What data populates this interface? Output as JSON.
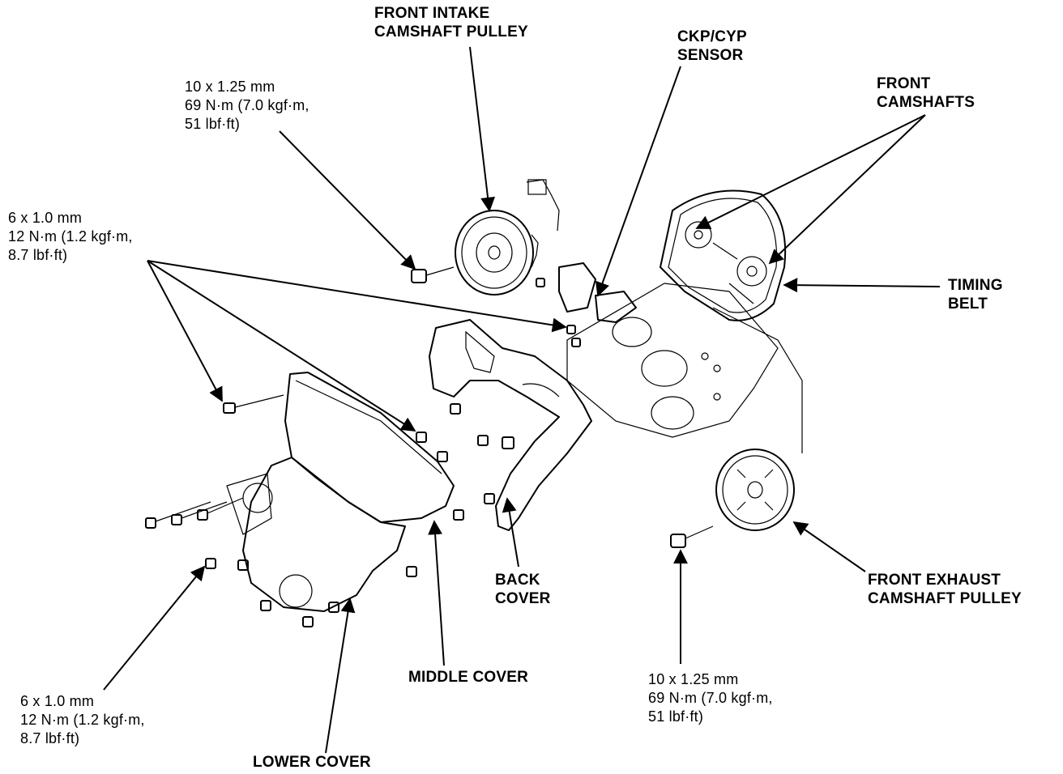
{
  "labels": {
    "front_intake_pulley": [
      "FRONT INTAKE",
      "CAMSHAFT PULLEY"
    ],
    "ckp_cyp_sensor": [
      "CKP/CYP",
      "SENSOR"
    ],
    "front_camshafts": [
      "FRONT",
      "CAMSHAFTS"
    ],
    "timing_belt": [
      "TIMING",
      "BELT"
    ],
    "bolt_10_top": [
      "10 x 1.25 mm",
      "69 N·m (7.0 kgf·m,",
      "51 lbf·ft)"
    ],
    "bolt_6_upper": [
      "6 x 1.0 mm",
      "12 N·m (1.2 kgf·m,",
      "8.7 lbf·ft)"
    ],
    "bolt_6_lower": [
      "6 x 1.0 mm",
      "12 N·m (1.2 kgf·m,",
      "8.7 lbf·ft)"
    ],
    "back_cover": [
      "BACK",
      "COVER"
    ],
    "middle_cover": [
      "MIDDLE COVER"
    ],
    "lower_cover": [
      "LOWER COVER"
    ],
    "front_exhaust_pulley": [
      "FRONT EXHAUST",
      "CAMSHAFT PULLEY"
    ],
    "bolt_10_bottom": [
      "10 x 1.25 mm",
      "69 N·m (7.0 kgf·m,",
      "51 lbf·ft)"
    ]
  }
}
